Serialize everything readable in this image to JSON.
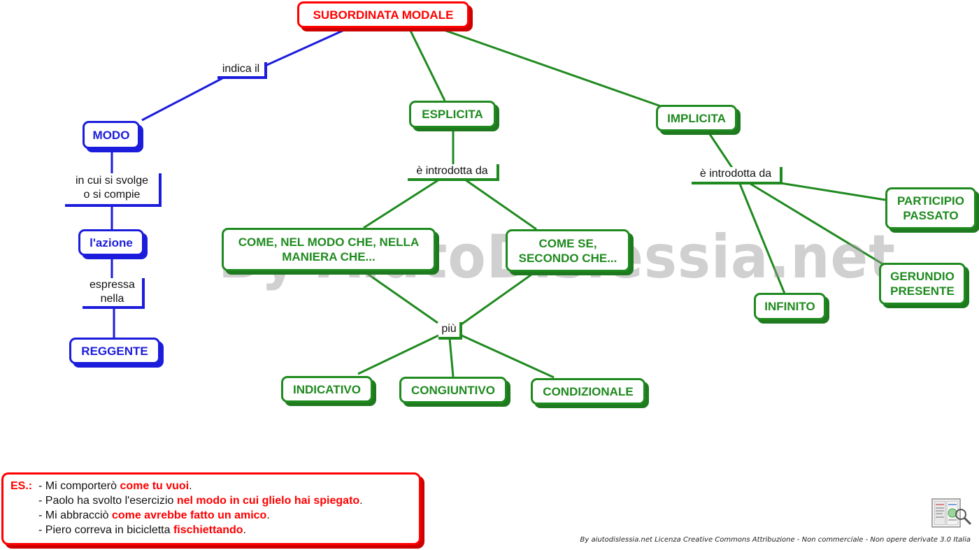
{
  "title": "SUBORDINATA MODALE",
  "left": {
    "link1": "indica il",
    "modo": "MODO",
    "link2_line1": "in cui si svolge",
    "link2_line2": "o si compie",
    "azione": "l'azione",
    "link3_line1": "espressa",
    "link3_line2": "nella",
    "reggente": "REGGENTE"
  },
  "esplicita": {
    "label": "ESPLICITA",
    "link": "è introdotta da",
    "come_line1": "COME, NEL MODO CHE, NELLA",
    "come_line2": "MANIERA CHE...",
    "comese_line1": "COME SE,",
    "comese_line2": "SECONDO CHE...",
    "piu": "più",
    "indicativo": "INDICATIVO",
    "congiuntivo": "CONGIUNTIVO",
    "condizionale": "CONDIZIONALE"
  },
  "implicita": {
    "label": "IMPLICITA",
    "link": "è introdotta da",
    "participio_line1": "PARTICIPIO",
    "participio_line2": "PASSATO",
    "gerundio_line1": "GERUNDIO",
    "gerundio_line2": "PRESENTE",
    "infinito": "INFINITO"
  },
  "watermark": "By AiutoDislessia.net",
  "examples": {
    "label": "ES.:",
    "rows": [
      {
        "pre": "- Mi comporterò ",
        "hl": "come tu vuoi",
        "post": "."
      },
      {
        "pre": "- Paolo ha svolto l'esercizio ",
        "hl": "nel modo in cui glielo hai spiegato",
        "post": "."
      },
      {
        "pre": "- Mi abbracciò ",
        "hl": "come avrebbe fatto un amico",
        "post": "."
      },
      {
        "pre": "- Piero correva in bicicletta ",
        "hl": "fischiettando",
        "post": "."
      }
    ]
  },
  "footer": "By aiutodislessia.net Licenza Creative Commons Attribuzione - Non commerciale - Non opere derivate 3.0 Italia",
  "colors": {
    "red": "#ff0000",
    "blue": "#1c1cdc",
    "green": "#1f8a1f"
  }
}
